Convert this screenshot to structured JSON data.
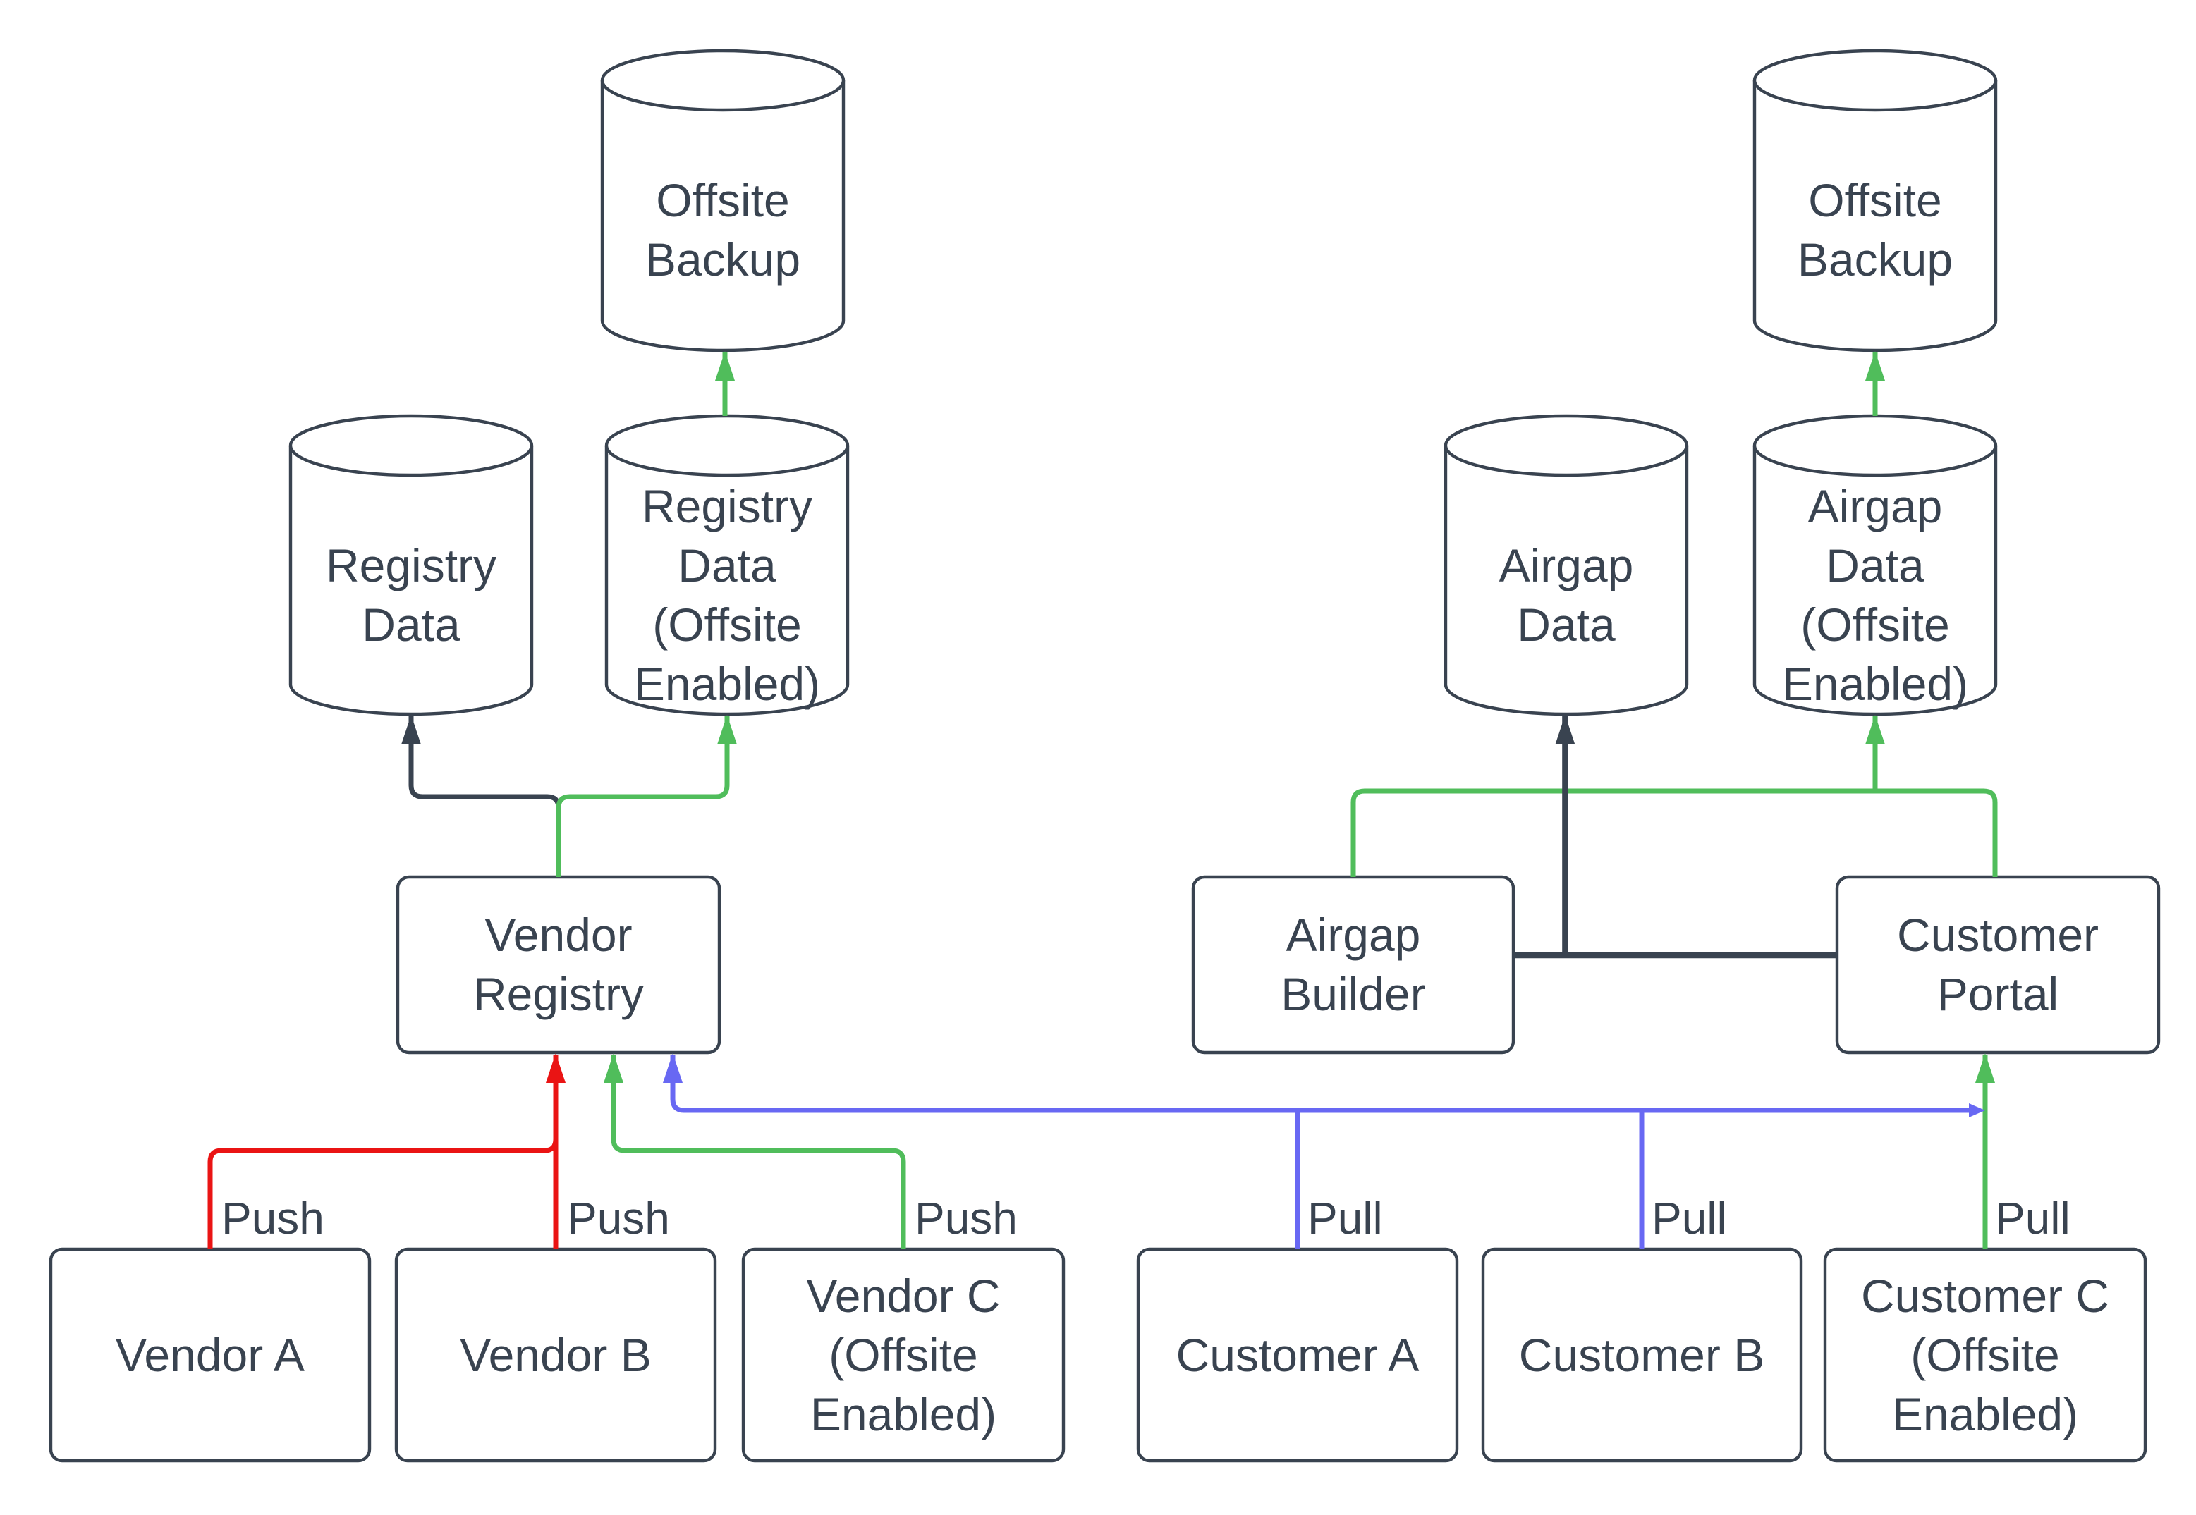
{
  "title": "Vendor registry and airgap data flow diagram",
  "colors": {
    "dark": "#394350",
    "red": "#ea1414",
    "green": "#50bd5b",
    "purple": "#6868f3",
    "node_fill": "#ffffff",
    "background": "#ffffff",
    "text": "#394350"
  },
  "nodes": {
    "offsite-backup-left": {
      "type": "cylinder",
      "lines": [
        "Offsite",
        "Backup"
      ]
    },
    "offsite-backup-right": {
      "type": "cylinder",
      "lines": [
        "Offsite",
        "Backup"
      ]
    },
    "registry-data": {
      "type": "cylinder",
      "lines": [
        "Registry",
        "Data"
      ]
    },
    "registry-data-offsite": {
      "type": "cylinder",
      "lines": [
        "Registry",
        "Data",
        "(Offsite",
        "Enabled)"
      ]
    },
    "airgap-data": {
      "type": "cylinder",
      "lines": [
        "Airgap",
        "Data"
      ]
    },
    "airgap-data-offsite": {
      "type": "cylinder",
      "lines": [
        "Airgap",
        "Data",
        "(Offsite",
        "Enabled)"
      ]
    },
    "vendor-registry": {
      "type": "box",
      "lines": [
        "Vendor",
        "Registry"
      ]
    },
    "airgap-builder": {
      "type": "box",
      "lines": [
        "Airgap",
        "Builder"
      ]
    },
    "customer-portal": {
      "type": "box",
      "lines": [
        "Customer",
        "Portal"
      ]
    },
    "vendor-a": {
      "type": "box",
      "lines": [
        "Vendor A"
      ]
    },
    "vendor-b": {
      "type": "box",
      "lines": [
        "Vendor B"
      ]
    },
    "vendor-c": {
      "type": "box",
      "lines": [
        "Vendor C",
        "(Offsite",
        "Enabled)"
      ]
    },
    "customer-a": {
      "type": "box",
      "lines": [
        "Customer A"
      ]
    },
    "customer-b": {
      "type": "box",
      "lines": [
        "Customer B"
      ]
    },
    "customer-c": {
      "type": "box",
      "lines": [
        "Customer C",
        "(Offsite",
        "Enabled)"
      ]
    }
  },
  "edge_labels": {
    "push-vendor-a": "Push",
    "push-vendor-b": "Push",
    "push-vendor-c": "Push",
    "pull-customer-a": "Pull",
    "pull-customer-b": "Pull",
    "pull-customer-c": "Pull"
  },
  "edges": [
    {
      "from": "vendor-a",
      "to": "vendor-registry",
      "label": "Push",
      "color": "red"
    },
    {
      "from": "vendor-b",
      "to": "vendor-registry",
      "label": "Push",
      "color": "red"
    },
    {
      "from": "vendor-c",
      "to": "vendor-registry",
      "label": "Push",
      "color": "green"
    },
    {
      "from": "customer-a",
      "to": "vendor-registry",
      "label": "Pull",
      "color": "purple"
    },
    {
      "from": "customer-b",
      "to": "vendor-registry",
      "label": "Pull",
      "color": "purple"
    },
    {
      "from": "customer-c",
      "to": "customer-portal",
      "label": "Pull",
      "color": "green"
    },
    {
      "from": "vendor-registry",
      "to": "registry-data",
      "color": "dark"
    },
    {
      "from": "vendor-registry",
      "to": "registry-data-offsite",
      "color": "green"
    },
    {
      "from": "registry-data-offsite",
      "to": "offsite-backup-left",
      "color": "green"
    },
    {
      "from": "airgap-builder",
      "to": "airgap-data",
      "color": "dark"
    },
    {
      "from": "customer-portal",
      "to": "airgap-data",
      "color": "dark"
    },
    {
      "from": "airgap-builder",
      "to": "airgap-data-offsite",
      "color": "green"
    },
    {
      "from": "customer-portal",
      "to": "airgap-data-offsite",
      "color": "green"
    },
    {
      "from": "airgap-data-offsite",
      "to": "offsite-backup-right",
      "color": "green"
    }
  ]
}
